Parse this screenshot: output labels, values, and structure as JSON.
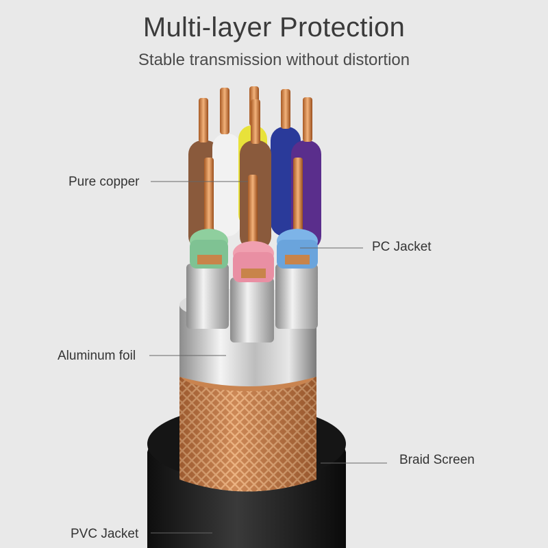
{
  "title": "Multi-layer Protection",
  "subtitle": "Stable transmission without distortion",
  "labels": {
    "pure_copper": "Pure copper",
    "pc_jacket": "PC Jacket",
    "aluminum_foil": "Aluminum foil",
    "braid_screen": "Braid Screen",
    "pvc_jacket": "PVC Jacket"
  },
  "colors": {
    "background": "#e9e9e9",
    "copper": "#d98a4a",
    "outer_jacket": "#1c1c1c",
    "foil": "#c9c9c9",
    "braid": "#c07a48",
    "wire_brown": "#8a5a3c",
    "wire_white": "#f2f2f2",
    "wire_yellow": "#e8e23a",
    "wire_blue": "#2a3a9a",
    "wire_purple": "#5a2e8c",
    "wire_green": "#8fcf9e",
    "wire_pink": "#f0a0b0",
    "wire_light_blue": "#7db4e8"
  }
}
